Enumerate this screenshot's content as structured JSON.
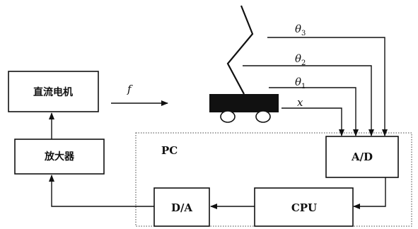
{
  "blocks": {
    "dc_motor": "直流电机",
    "amplifier": "放大器",
    "ad": "A/D",
    "cpu": "CPU",
    "da": "D/A"
  },
  "pc_label": "PC",
  "signals": {
    "force": "f",
    "theta3": {
      "base": "θ",
      "sub": "3"
    },
    "theta2": {
      "base": "θ",
      "sub": "2"
    },
    "theta1": {
      "base": "θ",
      "sub": "1"
    },
    "x": "x"
  }
}
